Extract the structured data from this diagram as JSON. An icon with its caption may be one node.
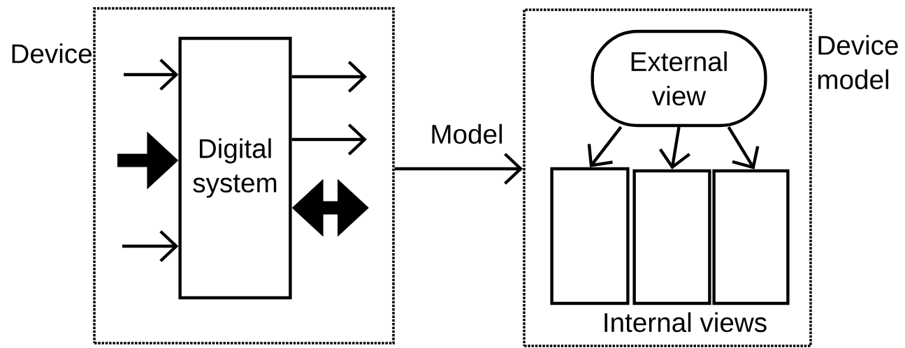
{
  "diagram": {
    "nodes": [
      {
        "text": [
          "Device"
        ]
      },
      {
        "text": [
          "Digital system"
        ],
        "in": 0
      },
      {
        "text": [
          "Device model"
        ]
      },
      {
        "text": [
          "External view"
        ],
        "in": 2
      },
      {
        "text": [],
        "shape": "box",
        "in": 2
      },
      {
        "text": [],
        "shape": "box",
        "in": 2
      },
      {
        "text": [],
        "shape": "box",
        "in": 2
      }
    ],
    "edges": [
      {
        "from": null,
        "to": 1,
        "arrow": "to"
      },
      {
        "from": null,
        "to": 1,
        "arrow": "to",
        "style": "thick"
      },
      {
        "from": null,
        "to": 1,
        "arrow": "to"
      },
      {
        "from": 1,
        "to": null,
        "arrow": "to"
      },
      {
        "from": 1,
        "to": null,
        "arrow": "to"
      },
      {
        "from": 1,
        "to": null,
        "arrow": "both",
        "style": "thick"
      },
      {
        "from": 0,
        "to": 2,
        "arrow": "to",
        "label": "Model"
      },
      {
        "from": 3,
        "to": 4,
        "arrow": "to"
      },
      {
        "from": 3,
        "to": 5,
        "arrow": "to"
      },
      {
        "from": 3,
        "to": 6,
        "arrow": "to"
      }
    ],
    "labels": [
      "Internal views"
    ]
  }
}
